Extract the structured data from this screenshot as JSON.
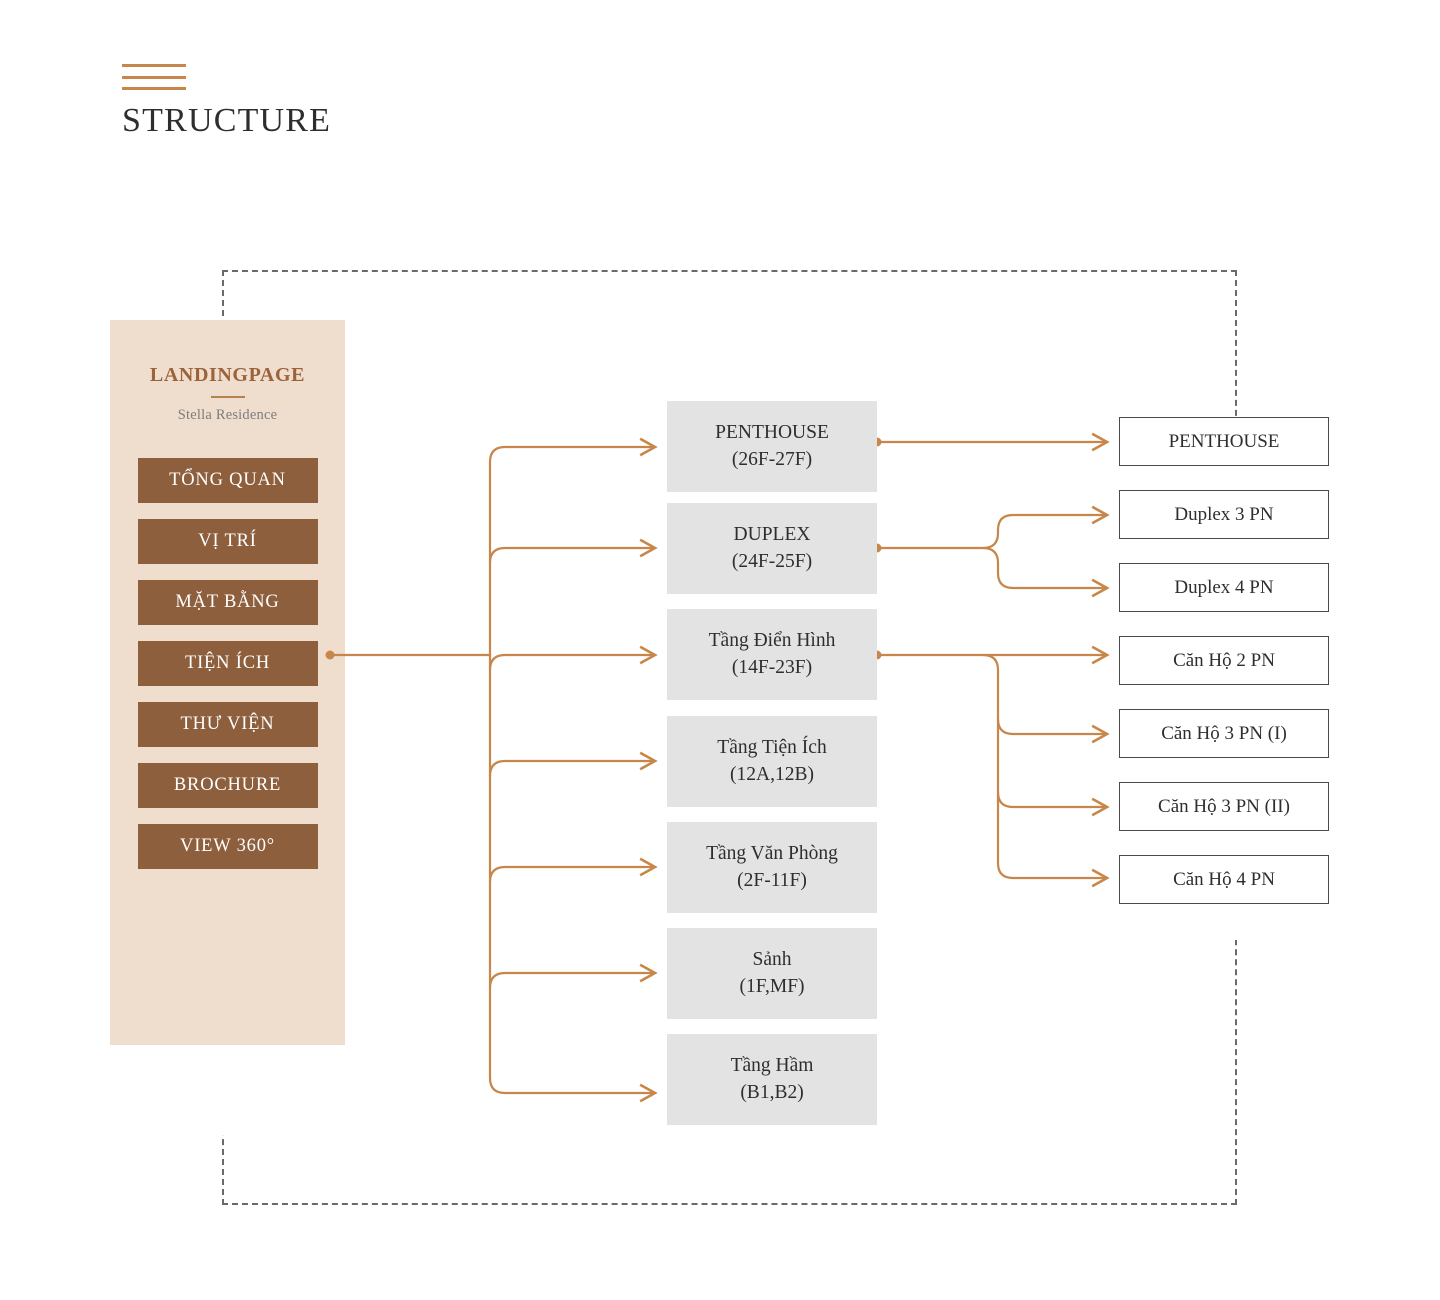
{
  "header": {
    "title": "STRUCTURE",
    "menu_icon": "hamburger-icon"
  },
  "sidebar": {
    "brand_title": "LANDINGPAGE",
    "brand_subtitle": "Stella Residence",
    "background_color": "#efdece",
    "button_color": "#8d5f3d",
    "items": [
      {
        "label": "TỔNG QUAN"
      },
      {
        "label": "VỊ TRÍ"
      },
      {
        "label": "MẶT BẰNG"
      },
      {
        "label": "TIỆN ÍCH"
      },
      {
        "label": "THƯ VIỆN"
      },
      {
        "label": "BROCHURE"
      },
      {
        "label": "VIEW 360°"
      }
    ]
  },
  "floors": {
    "background_color": "#e3e3e3",
    "items": [
      {
        "name": "PENTHOUSE",
        "range": "(26F-27F)"
      },
      {
        "name": "DUPLEX",
        "range": "(24F-25F)"
      },
      {
        "name": "Tầng Điển Hình",
        "range": "(14F-23F)"
      },
      {
        "name": "Tầng Tiện Ích",
        "range": "(12A,12B)"
      },
      {
        "name": "Tầng Văn Phòng",
        "range": "(2F-11F)"
      },
      {
        "name": "Sảnh",
        "range": "(1F,MF)"
      },
      {
        "name": "Tầng Hầm",
        "range": "(B1,B2)"
      }
    ]
  },
  "units": {
    "items": [
      {
        "label": "PENTHOUSE"
      },
      {
        "label": "Duplex 3 PN"
      },
      {
        "label": "Duplex 4 PN"
      },
      {
        "label": "Căn Hộ 2 PN"
      },
      {
        "label": "Căn Hộ 3 PN (I)"
      },
      {
        "label": "Căn Hộ 3 PN (II)"
      },
      {
        "label": "Căn Hộ 4 PN"
      }
    ]
  },
  "colors": {
    "accent": "#c8874a",
    "connector": "#c8874a",
    "brand_brown": "#9c6239",
    "dashed_frame": "#6a6a6a",
    "text": "#2e2e2e"
  }
}
